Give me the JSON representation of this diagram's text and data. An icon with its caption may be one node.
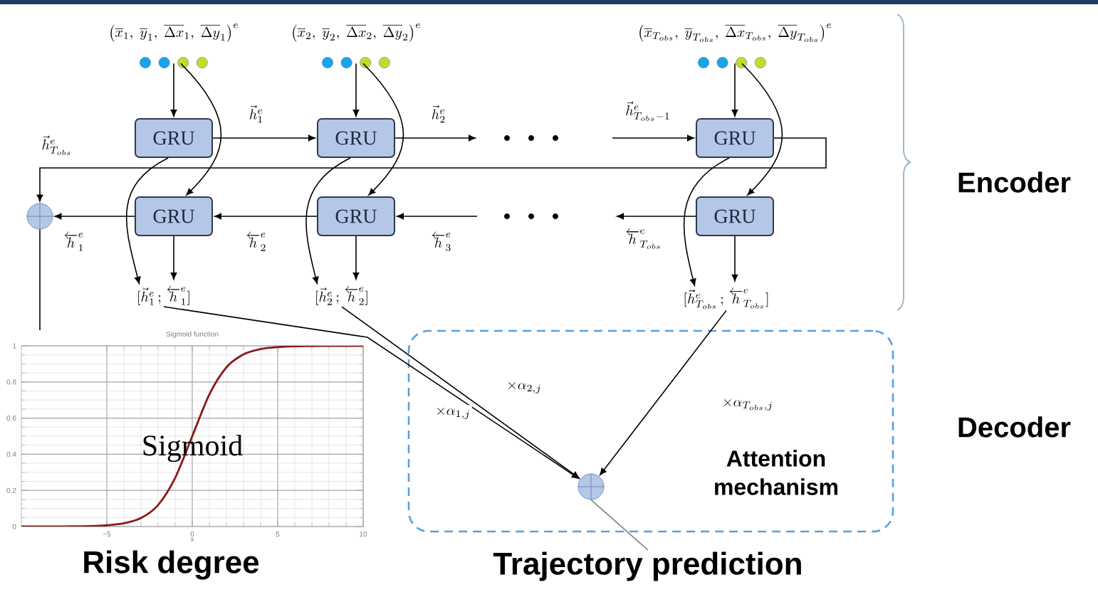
{
  "diagram": {
    "nodes": [
      {
        "text": [
          "\\left(\\overline{x}_1,\\ \\overline{y}_1,\\ \\overline{\\Delta x}_1,\\ \\overline{\\Delta y}_1\\right)^e"
        ]
      },
      {
        "text": [
          "\\left(\\overline{x}_2,\\ \\overline{y}_2,\\ \\overline{\\Delta x}_2,\\ \\overline{\\Delta y}_2\\right)^e"
        ]
      },
      {
        "text": [
          "\\left(\\overline{x}_{T_{obs}},\\ \\overline{y}_{T_{obs}},\\ \\overline{\\Delta x}_{T_{obs}},\\ \\overline{\\Delta y}_{T_{obs}}\\right)^e"
        ]
      },
      {
        "text": [
          "GRU"
        ]
      },
      {
        "text": [
          "GRU"
        ]
      },
      {
        "text": [
          "GRU"
        ]
      },
      {
        "text": [
          "GRU"
        ]
      },
      {
        "text": [
          "GRU"
        ]
      },
      {
        "text": [
          "GRU"
        ]
      },
      {
        "text": [],
        "shape": "circle"
      },
      {
        "text": [
          "[\\vec{h}^e_1\\,;\\,\\overleftarrow{h}^e_1]"
        ]
      },
      {
        "text": [
          "[\\vec{h}^e_2\\,;\\,\\overleftarrow{h}^e_2]"
        ]
      },
      {
        "text": [
          "[\\vec{h}^e_{T_{obs}}\\,;\\,\\overleftarrow{h}^e_{T_{obs}}]"
        ]
      },
      {
        "text": [
          "Attention mechanism"
        ]
      },
      {
        "text": [],
        "shape": "circle",
        "in": 13
      },
      {
        "text": [
          "Trajectory prediction"
        ]
      }
    ],
    "edges": [
      {
        "from": 0,
        "to": 3,
        "arrow": "to"
      },
      {
        "from": 0,
        "to": 6,
        "arrow": "to"
      },
      {
        "from": 1,
        "to": 4,
        "arrow": "to"
      },
      {
        "from": 1,
        "to": 7,
        "arrow": "to"
      },
      {
        "from": 2,
        "to": 5,
        "arrow": "to"
      },
      {
        "from": 2,
        "to": 8,
        "arrow": "to"
      },
      {
        "from": 3,
        "to": 4,
        "arrow": "to",
        "label": "\\vec{h}^e_1"
      },
      {
        "from": 4,
        "to": null,
        "arrow": "to",
        "label": "\\vec{h}^e_2"
      },
      {
        "from": null,
        "to": 5,
        "arrow": "to",
        "label": "\\vec{h}^e_{T_{obs}-1}"
      },
      {
        "from": 5,
        "to": 9,
        "arrow": "to",
        "label": "\\vec{h}^e_{T_{obs}}"
      },
      {
        "from": 8,
        "to": null,
        "arrow": "to",
        "label": "\\overleftarrow{h}^e_{T_{obs}}"
      },
      {
        "from": null,
        "to": 7,
        "arrow": "to",
        "label": "\\overleftarrow{h}^e_3"
      },
      {
        "from": 7,
        "to": 6,
        "arrow": "to",
        "label": "\\overleftarrow{h}^e_2"
      },
      {
        "from": 6,
        "to": 9,
        "arrow": "to",
        "label": "\\overleftarrow{h}^e_1"
      },
      {
        "from": 3,
        "to": 10,
        "arrow": "to"
      },
      {
        "from": 6,
        "to": 10,
        "arrow": "to"
      },
      {
        "from": 4,
        "to": 11,
        "arrow": "to"
      },
      {
        "from": 7,
        "to": 11,
        "arrow": "to"
      },
      {
        "from": 5,
        "to": 12,
        "arrow": "to"
      },
      {
        "from": 8,
        "to": 12,
        "arrow": "to"
      },
      {
        "from": 9,
        "to": null,
        "arrow": "none"
      },
      {
        "from": 10,
        "to": 14,
        "arrow": "to",
        "label": "\\times\\alpha_{1,j}"
      },
      {
        "from": 11,
        "to": 14,
        "arrow": "to",
        "label": "\\times\\alpha_{2,j}"
      },
      {
        "from": 12,
        "to": 14,
        "arrow": "to",
        "label": "\\times\\alpha_{T_{obs},j}"
      },
      {
        "from": 14,
        "to": 15,
        "arrow": "none",
        "color": "#808080"
      }
    ],
    "labels": [
      "Encoder",
      "Sigmoid",
      "Risk degree",
      "Decoder"
    ],
    "chart_data": {
      "type": "line",
      "title": "Sigmoid function",
      "xlabel": "x",
      "x": [
        -10,
        -9,
        -8,
        -7,
        -6,
        -5,
        -4,
        -3,
        -2,
        -1,
        0,
        1,
        2,
        3,
        4,
        5,
        6,
        7,
        8,
        9,
        10
      ],
      "series": [
        {
          "color": "#8b1a1a",
          "values": [
            0.0,
            0.0,
            0.0,
            0.001,
            0.002,
            0.007,
            0.018,
            0.047,
            0.119,
            0.269,
            0.5,
            0.731,
            0.881,
            0.953,
            0.982,
            0.993,
            0.998,
            0.999,
            1.0,
            1.0,
            1.0
          ]
        }
      ],
      "grid": true,
      "xlim": [
        -10,
        10
      ],
      "ylim": [
        0,
        1
      ],
      "xticks": [
        -5,
        0,
        5,
        10
      ],
      "yticks": [
        0,
        0.2,
        0.4,
        0.6,
        0.8,
        1
      ]
    }
  }
}
